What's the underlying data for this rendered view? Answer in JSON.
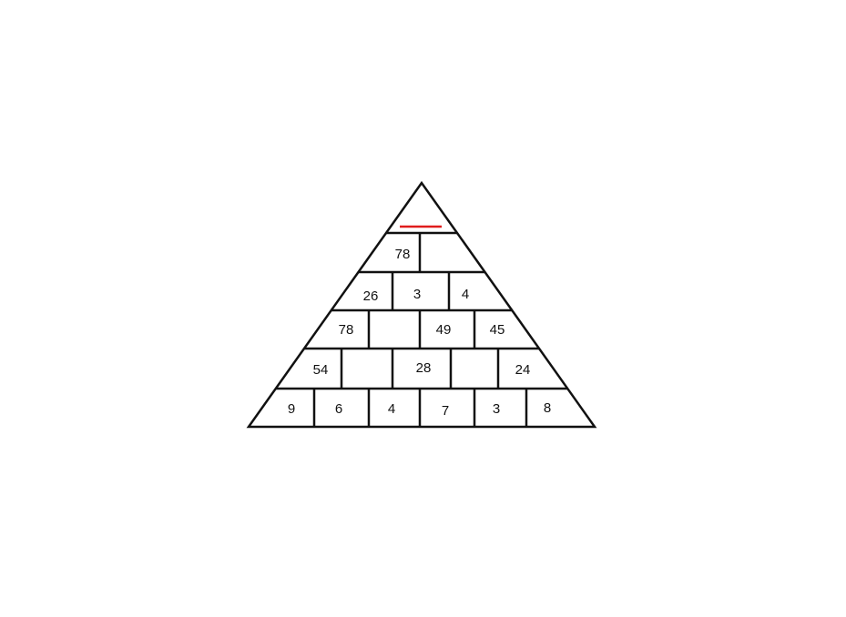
{
  "colors": {
    "stroke": "#111111",
    "answer_line": "#e01b1b",
    "background": "#ffffff"
  },
  "pyramid": {
    "top_answer": "",
    "rows": [
      [
        "78",
        ""
      ],
      [
        "26",
        "3",
        "4"
      ],
      [
        "78",
        "",
        "49",
        "45"
      ],
      [
        "54",
        "",
        "28",
        "",
        "24"
      ],
      [
        "9",
        "6",
        "4",
        "7",
        "3",
        "8"
      ]
    ]
  }
}
